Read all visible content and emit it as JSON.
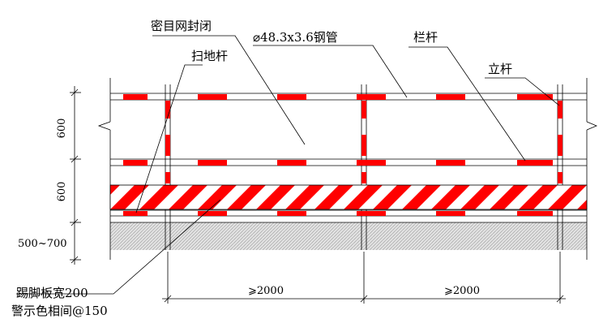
{
  "labels": {
    "mesh": "密目网封闭",
    "pipe": "⌀48.3x3.6钢管",
    "sweep_rod": "扫地杆",
    "rail": "栏杆",
    "post": "立杆",
    "toe_board_width": "踢脚板宽200",
    "warning_color": "警示色相间@150"
  },
  "dimensions": {
    "upper_rail_spacing": "600",
    "lower_rail_spacing": "600",
    "sweep_height": "500~700",
    "bay1": "⩾2000",
    "bay2": "⩾2000"
  },
  "colors": {
    "warning_red": "#ff0000",
    "line": "#000000",
    "ground_hatch": "#c8c8c8"
  }
}
